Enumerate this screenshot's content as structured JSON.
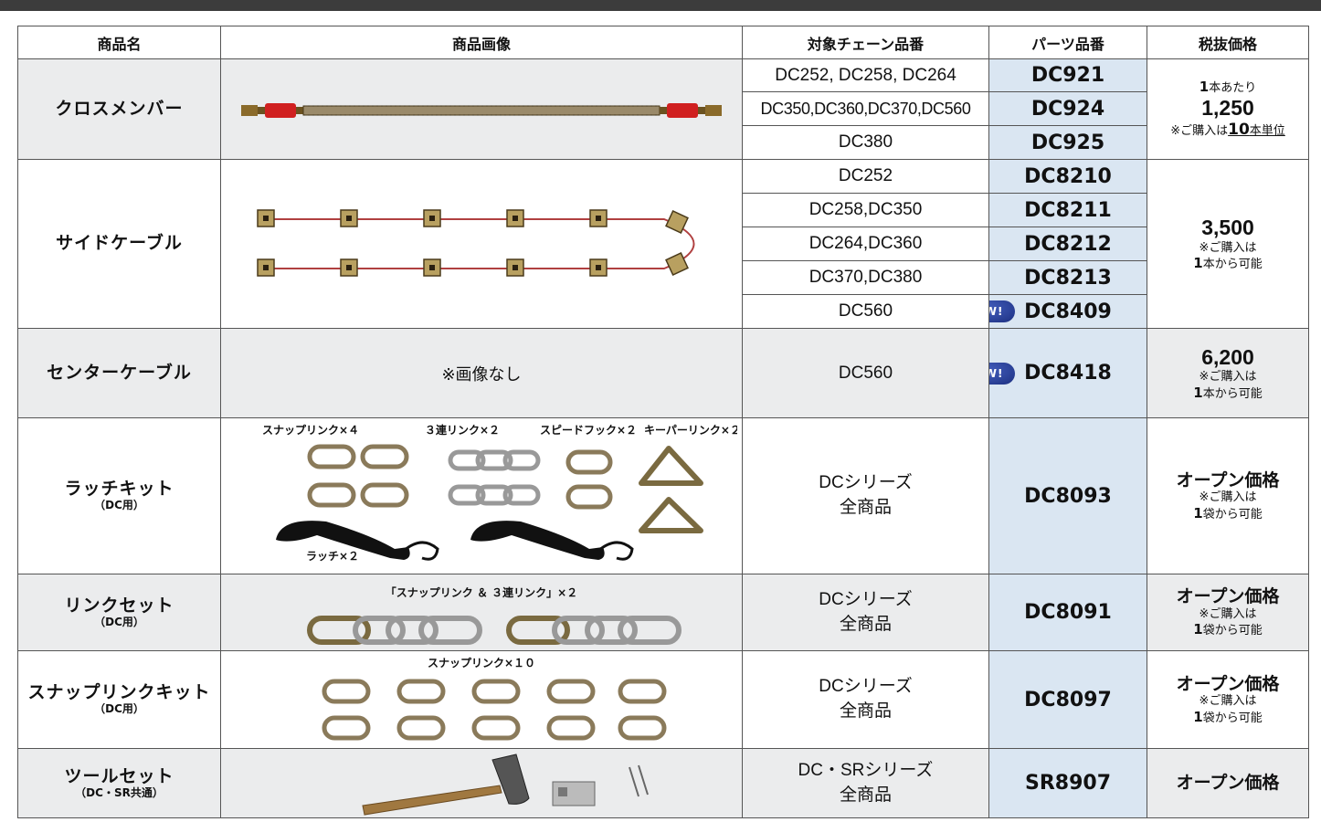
{
  "header": {
    "name": "商品名",
    "image": "商品画像",
    "chain": "対象チェーン品番",
    "part": "パーツ品番",
    "price": "税抜価格"
  },
  "products": {
    "cross": {
      "name": "クロスメンバー",
      "rows": [
        {
          "chain": "DC252, DC258, DC264",
          "part": "DC921"
        },
        {
          "chain": "DC350,DC360,DC370,DC560",
          "part": "DC924"
        },
        {
          "chain": "DC380",
          "part": "DC925"
        }
      ],
      "price_prefix_num": "1",
      "price_prefix_unit": "本あたり",
      "price": "1,250",
      "note_a": "※ご購入は",
      "note_num": "10",
      "note_b": "本単位"
    },
    "side": {
      "name": "サイドケーブル",
      "rows": [
        {
          "chain": "DC252",
          "part": "DC8210"
        },
        {
          "chain": "DC258,DC350",
          "part": "DC8211"
        },
        {
          "chain": "DC264,DC360",
          "part": "DC8212"
        },
        {
          "chain": "DC370,DC380",
          "part": "DC8213"
        },
        {
          "chain": "DC560",
          "part": "DC8409",
          "badge": "NEW!"
        }
      ],
      "price": "3,500",
      "note_line1": "※ご購入は",
      "note_num": "1",
      "note_line2": "本から可能"
    },
    "center": {
      "name": "センターケーブル",
      "image_note": "※画像なし",
      "chain": "DC560",
      "part": "DC8418",
      "badge": "NEW!",
      "price": "6,200",
      "note_line1": "※ご購入は",
      "note_num": "1",
      "note_line2": "本から可能"
    },
    "latch": {
      "name": "ラッチキット",
      "sub": "（DC用）",
      "labels": {
        "snap": "スナップリンク×４",
        "triple": "３連リンク×２",
        "hook": "スピードフック×２",
        "keeper": "キーパーリンク×２",
        "latch": "ラッチ×２"
      },
      "chain_line1": "DCシリーズ",
      "chain_line2": "全商品",
      "part": "DC8093",
      "price": "オープン価格",
      "note_line1": "※ご購入は",
      "note_num": "1",
      "note_line2": "袋から可能"
    },
    "linkset": {
      "name": "リンクセット",
      "sub": "（DC用）",
      "label": "「スナップリンク ＆ ３連リンク」×２",
      "chain_line1": "DCシリーズ",
      "chain_line2": "全商品",
      "part": "DC8091",
      "price": "オープン価格",
      "note_line1": "※ご購入は",
      "note_num": "1",
      "note_line2": "袋から可能"
    },
    "snapkit": {
      "name": "スナップリンクキット",
      "sub": "（DC用）",
      "label": "スナップリンク×１０",
      "chain_line1": "DCシリーズ",
      "chain_line2": "全商品",
      "part": "DC8097",
      "price": "オープン価格",
      "note_line1": "※ご購入は",
      "note_num": "1",
      "note_line2": "袋から可能"
    },
    "tool": {
      "name": "ツールセット",
      "sub": "（DC・SR共通）",
      "chain_line1": "DC・SRシリーズ",
      "chain_line2": "全商品",
      "part": "SR8907",
      "price": "オープン価格"
    }
  },
  "colors": {
    "topbar": "#3c3c3c",
    "part_column": "#dae6f2",
    "gray_row": "#ebeced",
    "new_badge": "#1c2f80"
  }
}
